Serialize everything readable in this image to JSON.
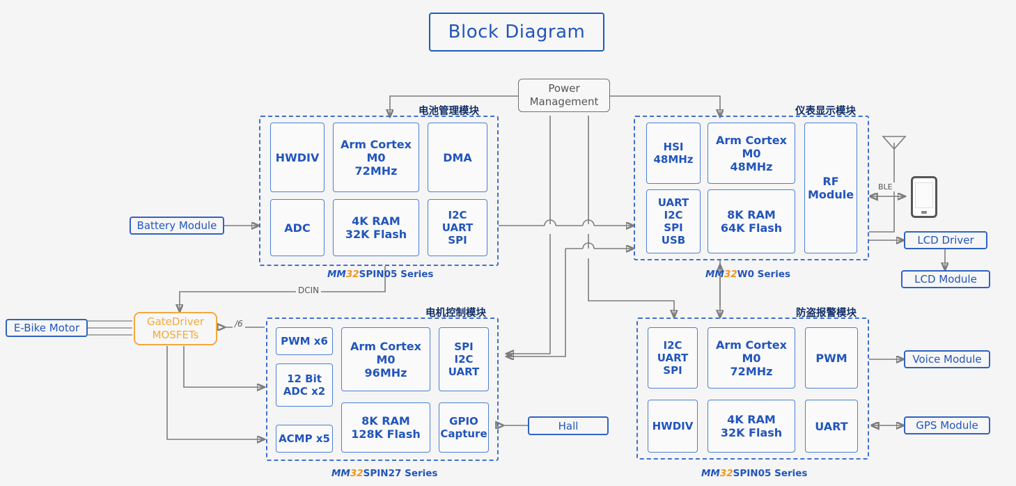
{
  "title": "Block Diagram",
  "colors": {
    "background": "#f5f5f5",
    "blue": "#2255bb",
    "group_dash": "#3f6fd0",
    "orange": "#f0961e",
    "gray_wire": "#7d7d7d",
    "power_box": "#6f6f6f"
  },
  "power_management": {
    "line1": "Power",
    "line2": "Management"
  },
  "left_inputs": {
    "battery_module": "Battery Module",
    "ebike_motor": "E-Bike Motor",
    "gate_driver_line1": "GateDriver",
    "gate_driver_line2": "MOSFETs"
  },
  "wire_labels": {
    "dcin": "DCIN",
    "six_phase": "/6",
    "ble": "BLE"
  },
  "hall": "Hall",
  "right_outputs": {
    "lcd_driver": "LCD Driver",
    "lcd_module": "LCD Module",
    "voice_module": "Voice Module",
    "gps_module": "GPS Module"
  },
  "groups": [
    {
      "id": "battery-management",
      "title": "电池管理模块",
      "series_prefix": "MM",
      "series_num": "32",
      "series_suffix": "SPIN05 Series",
      "blocks": {
        "left_top": "HWDIV",
        "left_bottom": "ADC",
        "center_top": [
          "Arm Cortex",
          "M0",
          "72MHz"
        ],
        "center_bottom": [
          "4K RAM",
          "32K Flash"
        ],
        "right_top": "DMA",
        "right_bottom": [
          "I2C",
          "UART",
          "SPI"
        ]
      }
    },
    {
      "id": "instrument-display",
      "title": "仪表显示模块",
      "series_prefix": "MM",
      "series_num": "32",
      "series_suffix": "W0 Series",
      "blocks": {
        "left_top": [
          "HSI",
          "48MHz"
        ],
        "left_bottom": [
          "UART",
          "I2C",
          "SPI",
          "USB"
        ],
        "center_top": [
          "Arm Cortex",
          "M0",
          "48MHz"
        ],
        "center_bottom": [
          "8K RAM",
          "64K Flash"
        ],
        "right_tall": [
          "RF",
          "Module"
        ]
      }
    },
    {
      "id": "motor-control",
      "title": "电机控制模块",
      "series_prefix": "MM",
      "series_num": "32",
      "series_suffix": "SPIN27 Series",
      "blocks": {
        "left_top": "PWM x6",
        "left_mid": [
          "12 Bit",
          "ADC x2"
        ],
        "left_bottom": "ACMP x5",
        "center_top": [
          "Arm Cortex",
          "M0",
          "96MHz"
        ],
        "center_bottom": [
          "8K RAM",
          "128K Flash"
        ],
        "right_top": [
          "SPI",
          "I2C",
          "UART"
        ],
        "right_bottom": [
          "GPIO",
          "Capture"
        ]
      }
    },
    {
      "id": "anti-theft-alarm",
      "title": "防盗报警模块",
      "series_prefix": "MM",
      "series_num": "32",
      "series_suffix": "SPIN05 Series",
      "blocks": {
        "left_top": [
          "I2C",
          "UART",
          "SPI"
        ],
        "left_bottom": "HWDIV",
        "center_top": [
          "Arm Cortex",
          "M0",
          "72MHz"
        ],
        "center_bottom": [
          "4K RAM",
          "32K Flash"
        ],
        "right_top": "PWM",
        "right_bottom": "UART"
      }
    }
  ]
}
